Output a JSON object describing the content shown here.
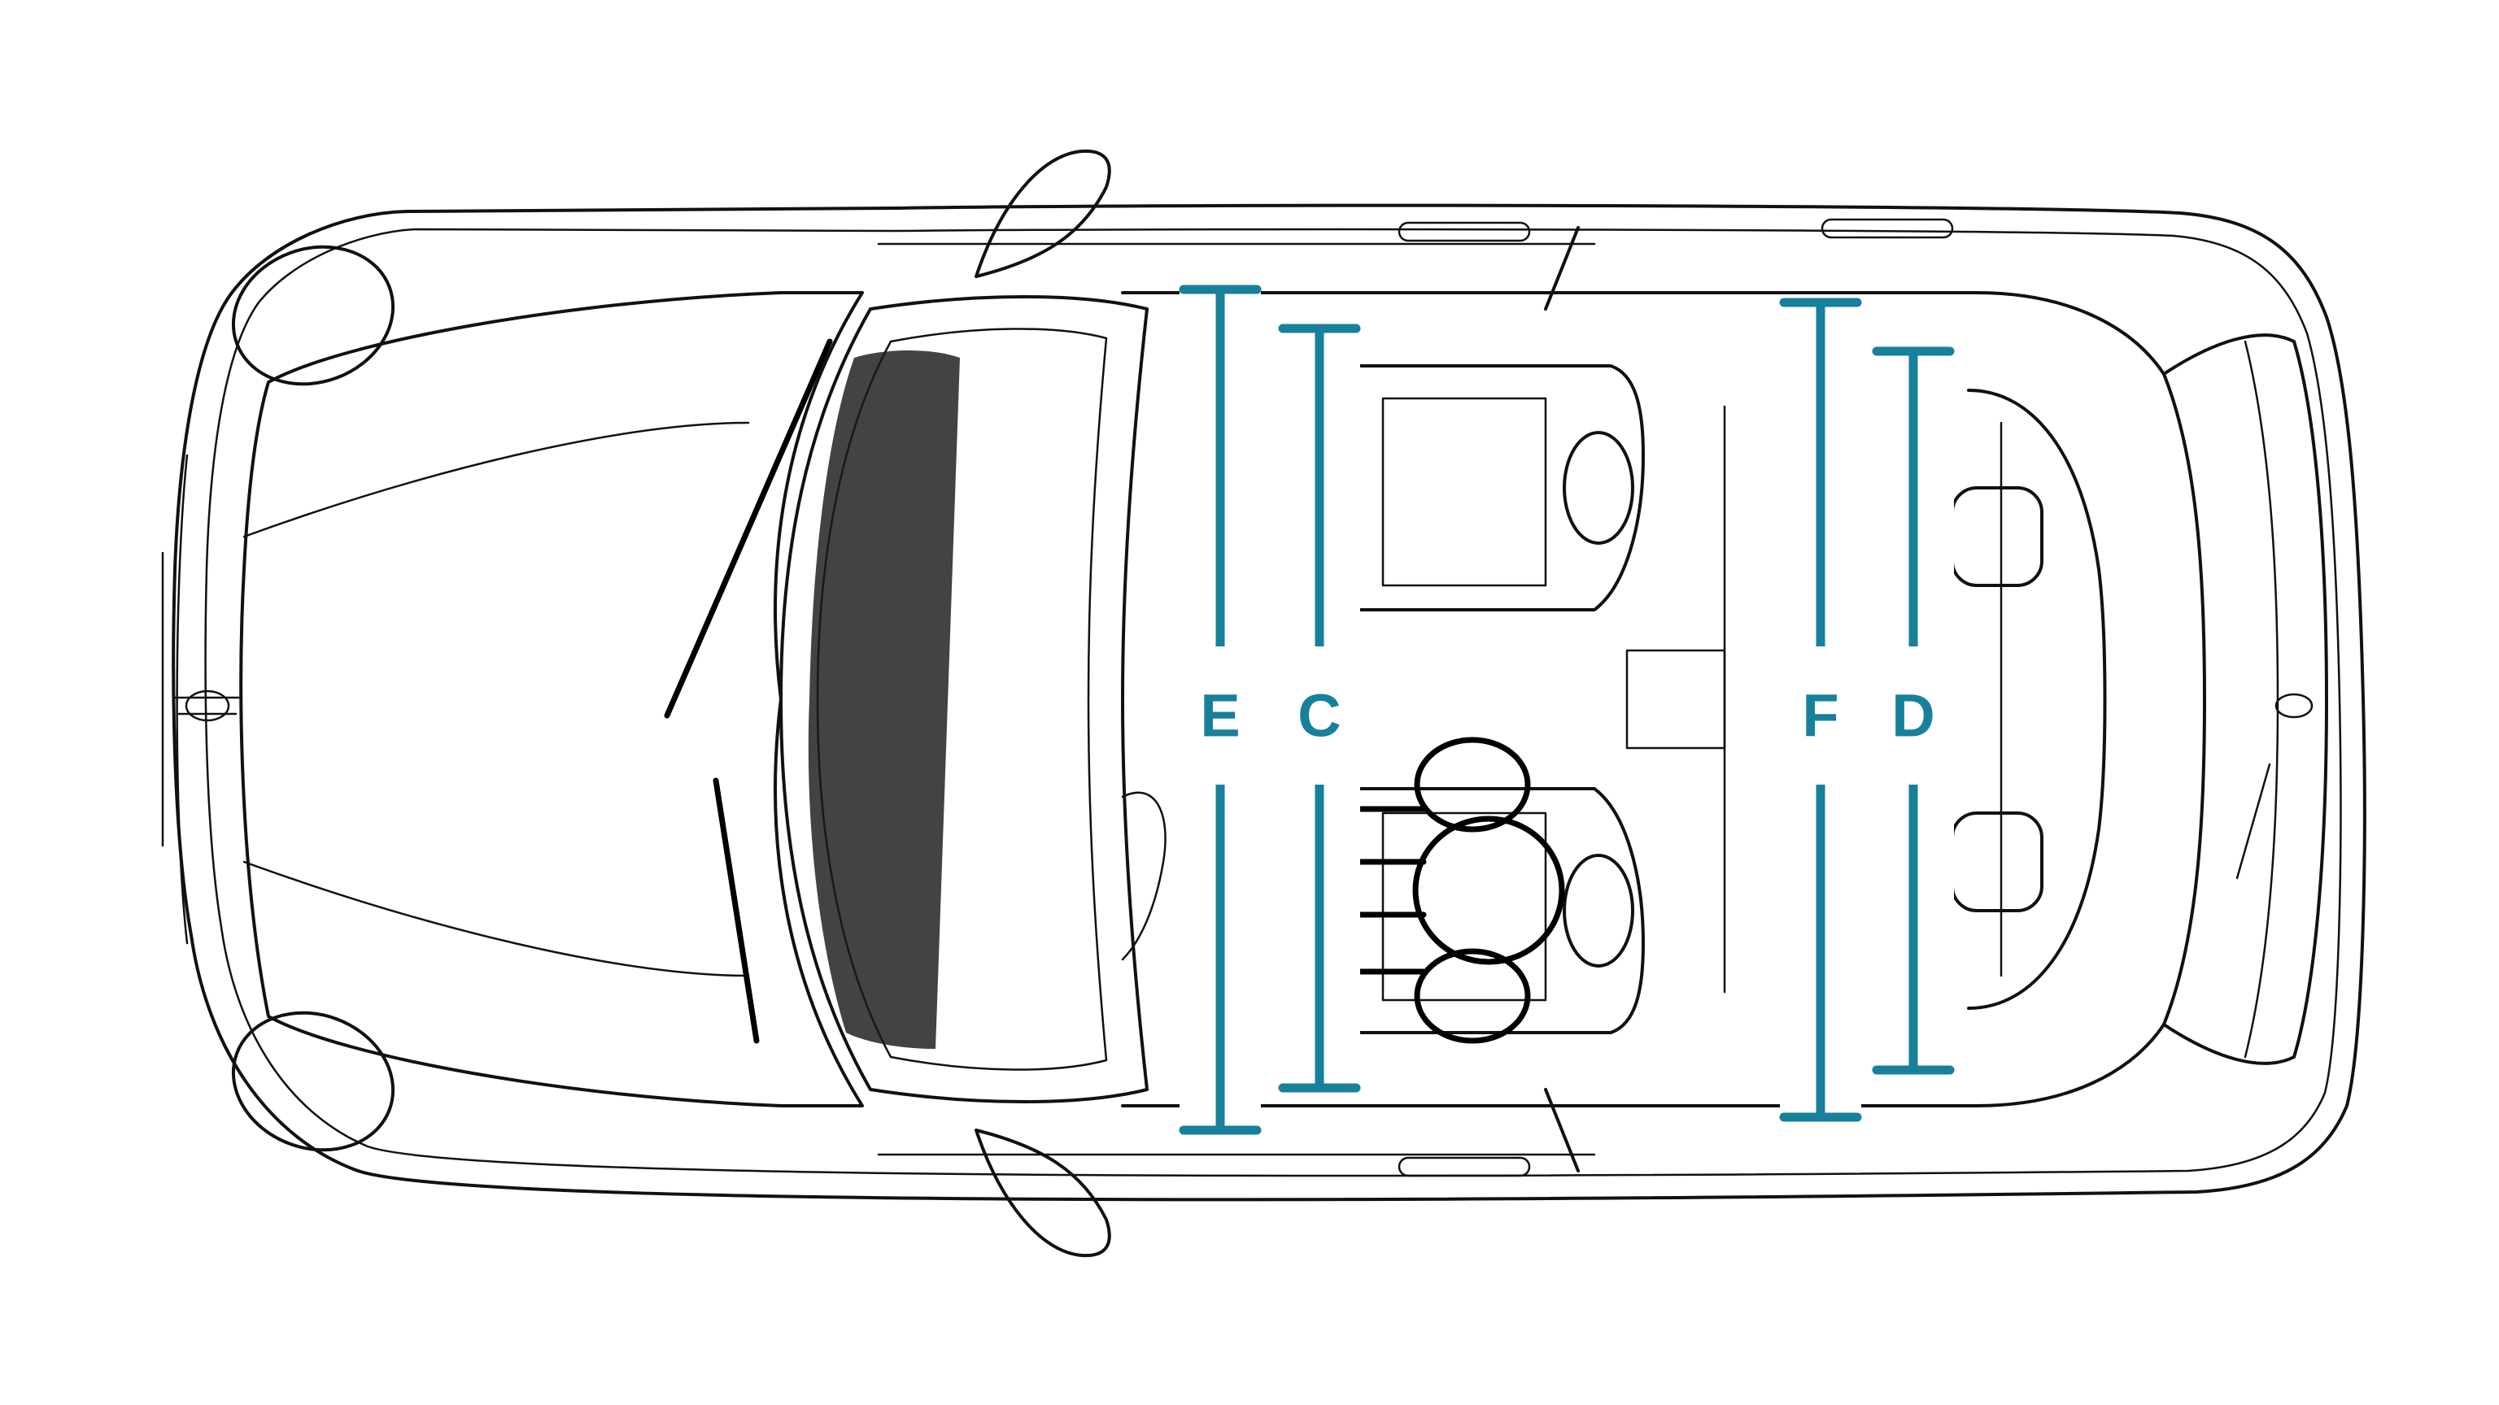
{
  "accent_color": "#17809a",
  "line_color": "#111111",
  "diagram": {
    "subject": "car-top-view",
    "icons": [
      "car-outline-icon",
      "driver-seat-icon",
      "passenger-seat-icon",
      "rear-seat-icon",
      "steering-wheel-icon",
      "child-seat-icon",
      "logo-badge-icon"
    ]
  },
  "measurements": [
    {
      "key": "E",
      "label": "E"
    },
    {
      "key": "C",
      "label": "C"
    },
    {
      "key": "F",
      "label": "F"
    },
    {
      "key": "D",
      "label": "D"
    }
  ]
}
